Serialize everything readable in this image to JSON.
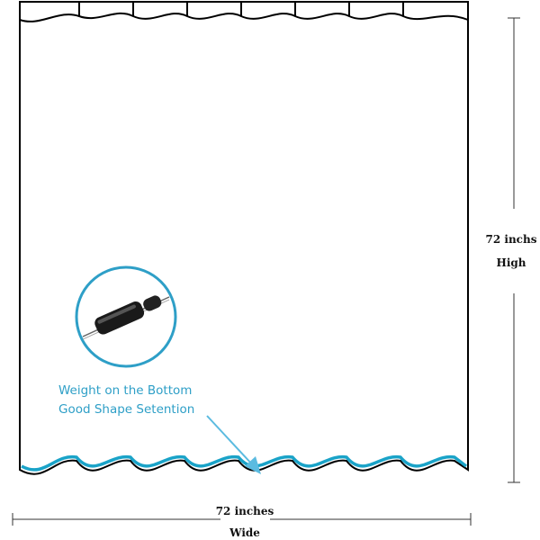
{
  "labels": {
    "height_value": "72 inchs",
    "height_word": "High",
    "width_value": "72 inches",
    "width_word": "Wide",
    "callout_line1": "Weight on the Bottom",
    "callout_line2": "Good Shape Setention"
  },
  "colors": {
    "outline": "#000000",
    "hem_accent": "#1aa3c8",
    "callout_text": "#2e9fc7",
    "arrow": "#5bbbe0",
    "dimension_line": "#333333",
    "weight_body": "#1a1a1a"
  }
}
